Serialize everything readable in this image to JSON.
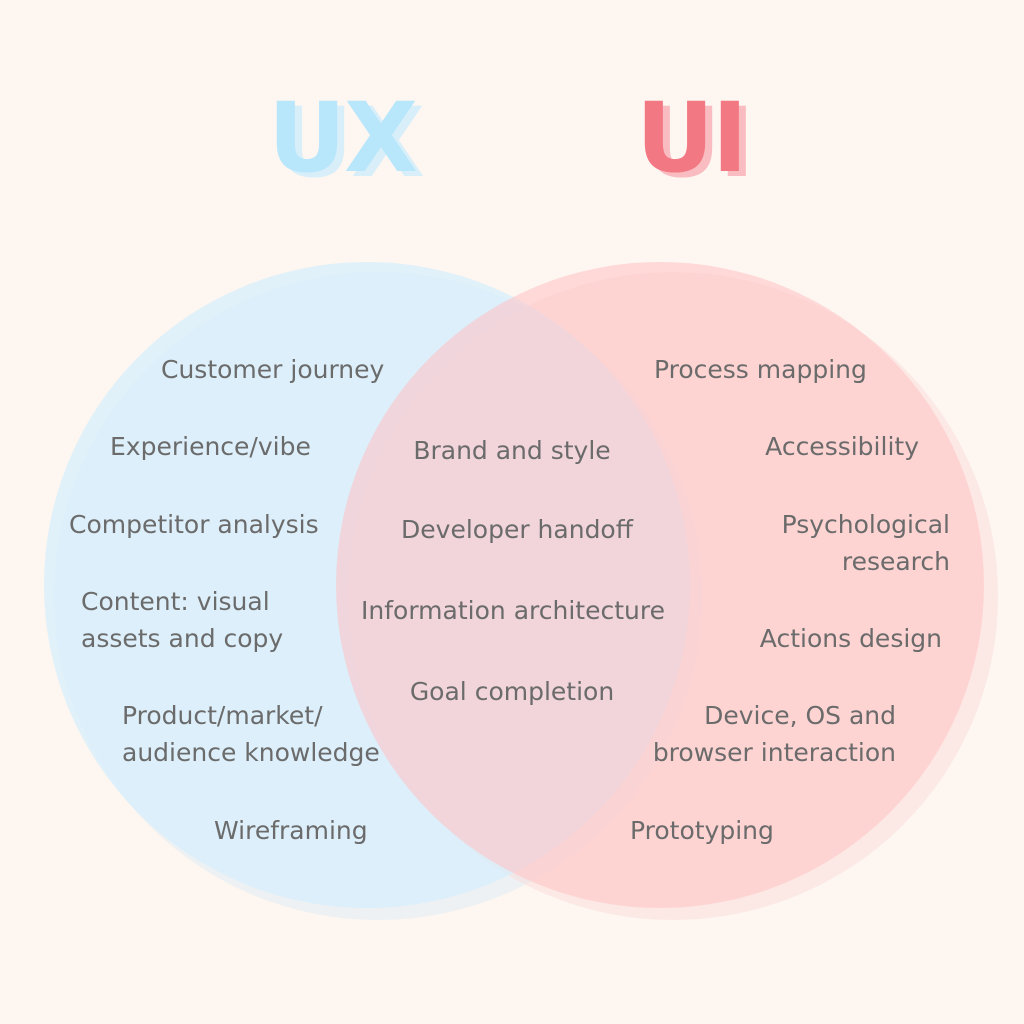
{
  "ux": {
    "title": "UX",
    "color": "#b8e6fb",
    "items": [
      "Customer journey",
      "Experience/vibe",
      "Competitor analysis",
      "Content: visual\nassets and copy",
      "Product/market/\naudience knowledge",
      "Wireframing"
    ]
  },
  "ui": {
    "title": "UI",
    "color": "#f27883",
    "items": [
      "Process mapping",
      "Accessibility",
      "Psychological\nresearch",
      "Actions design",
      "Device, OS and\nbrowser interaction",
      "Prototyping"
    ]
  },
  "overlap": {
    "items": [
      "Brand and style",
      "Developer handoff",
      "Information architecture",
      "Goal completion"
    ]
  }
}
